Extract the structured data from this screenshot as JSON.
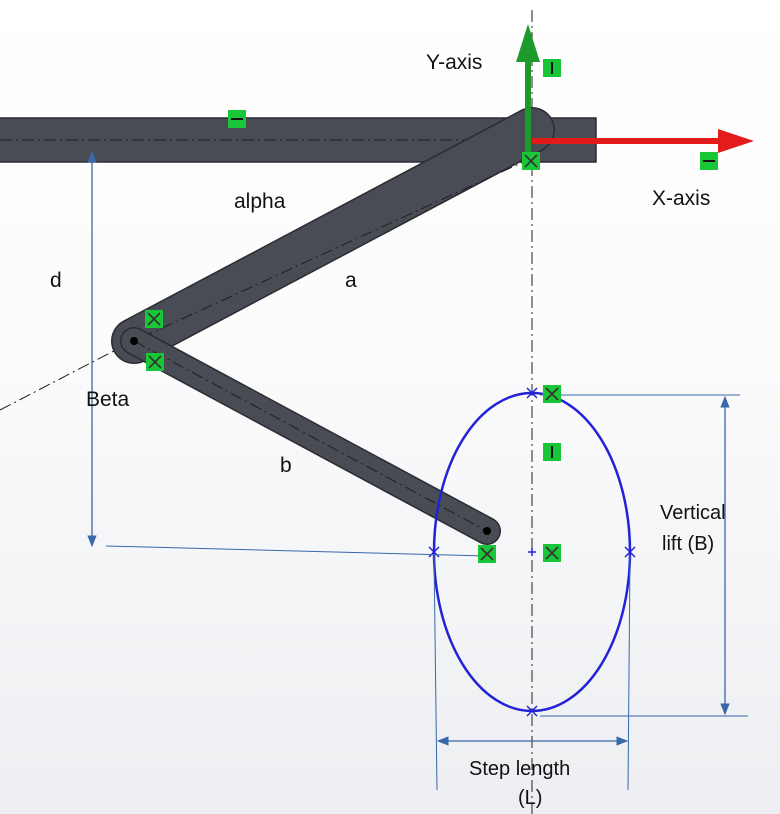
{
  "labels": {
    "y_axis": "Y-axis",
    "x_axis": "X-axis",
    "alpha": "alpha",
    "a": "a",
    "d": "d",
    "beta": "Beta",
    "b": "b",
    "vertical_lift_line1": "Vertical",
    "vertical_lift_line2": "lift  (B)",
    "step_length_line1": "Step length",
    "step_length_line2": "(L)"
  },
  "colors": {
    "link": "#4a4c55",
    "link_outline": "#2b2c31",
    "x_axis_arrow": "#e31b1b",
    "y_axis_arrow": "#1d9a2b",
    "ellipse": "#2323d6",
    "dimension": "#3a67a8",
    "constraint_marker": "#19c637",
    "centerline": "#222222"
  },
  "icons": {
    "constraint_horizontal": "horizontal-constraint-icon",
    "constraint_vertical": "vertical-constraint-icon",
    "constraint_coincident": "coincident-constraint-icon"
  }
}
